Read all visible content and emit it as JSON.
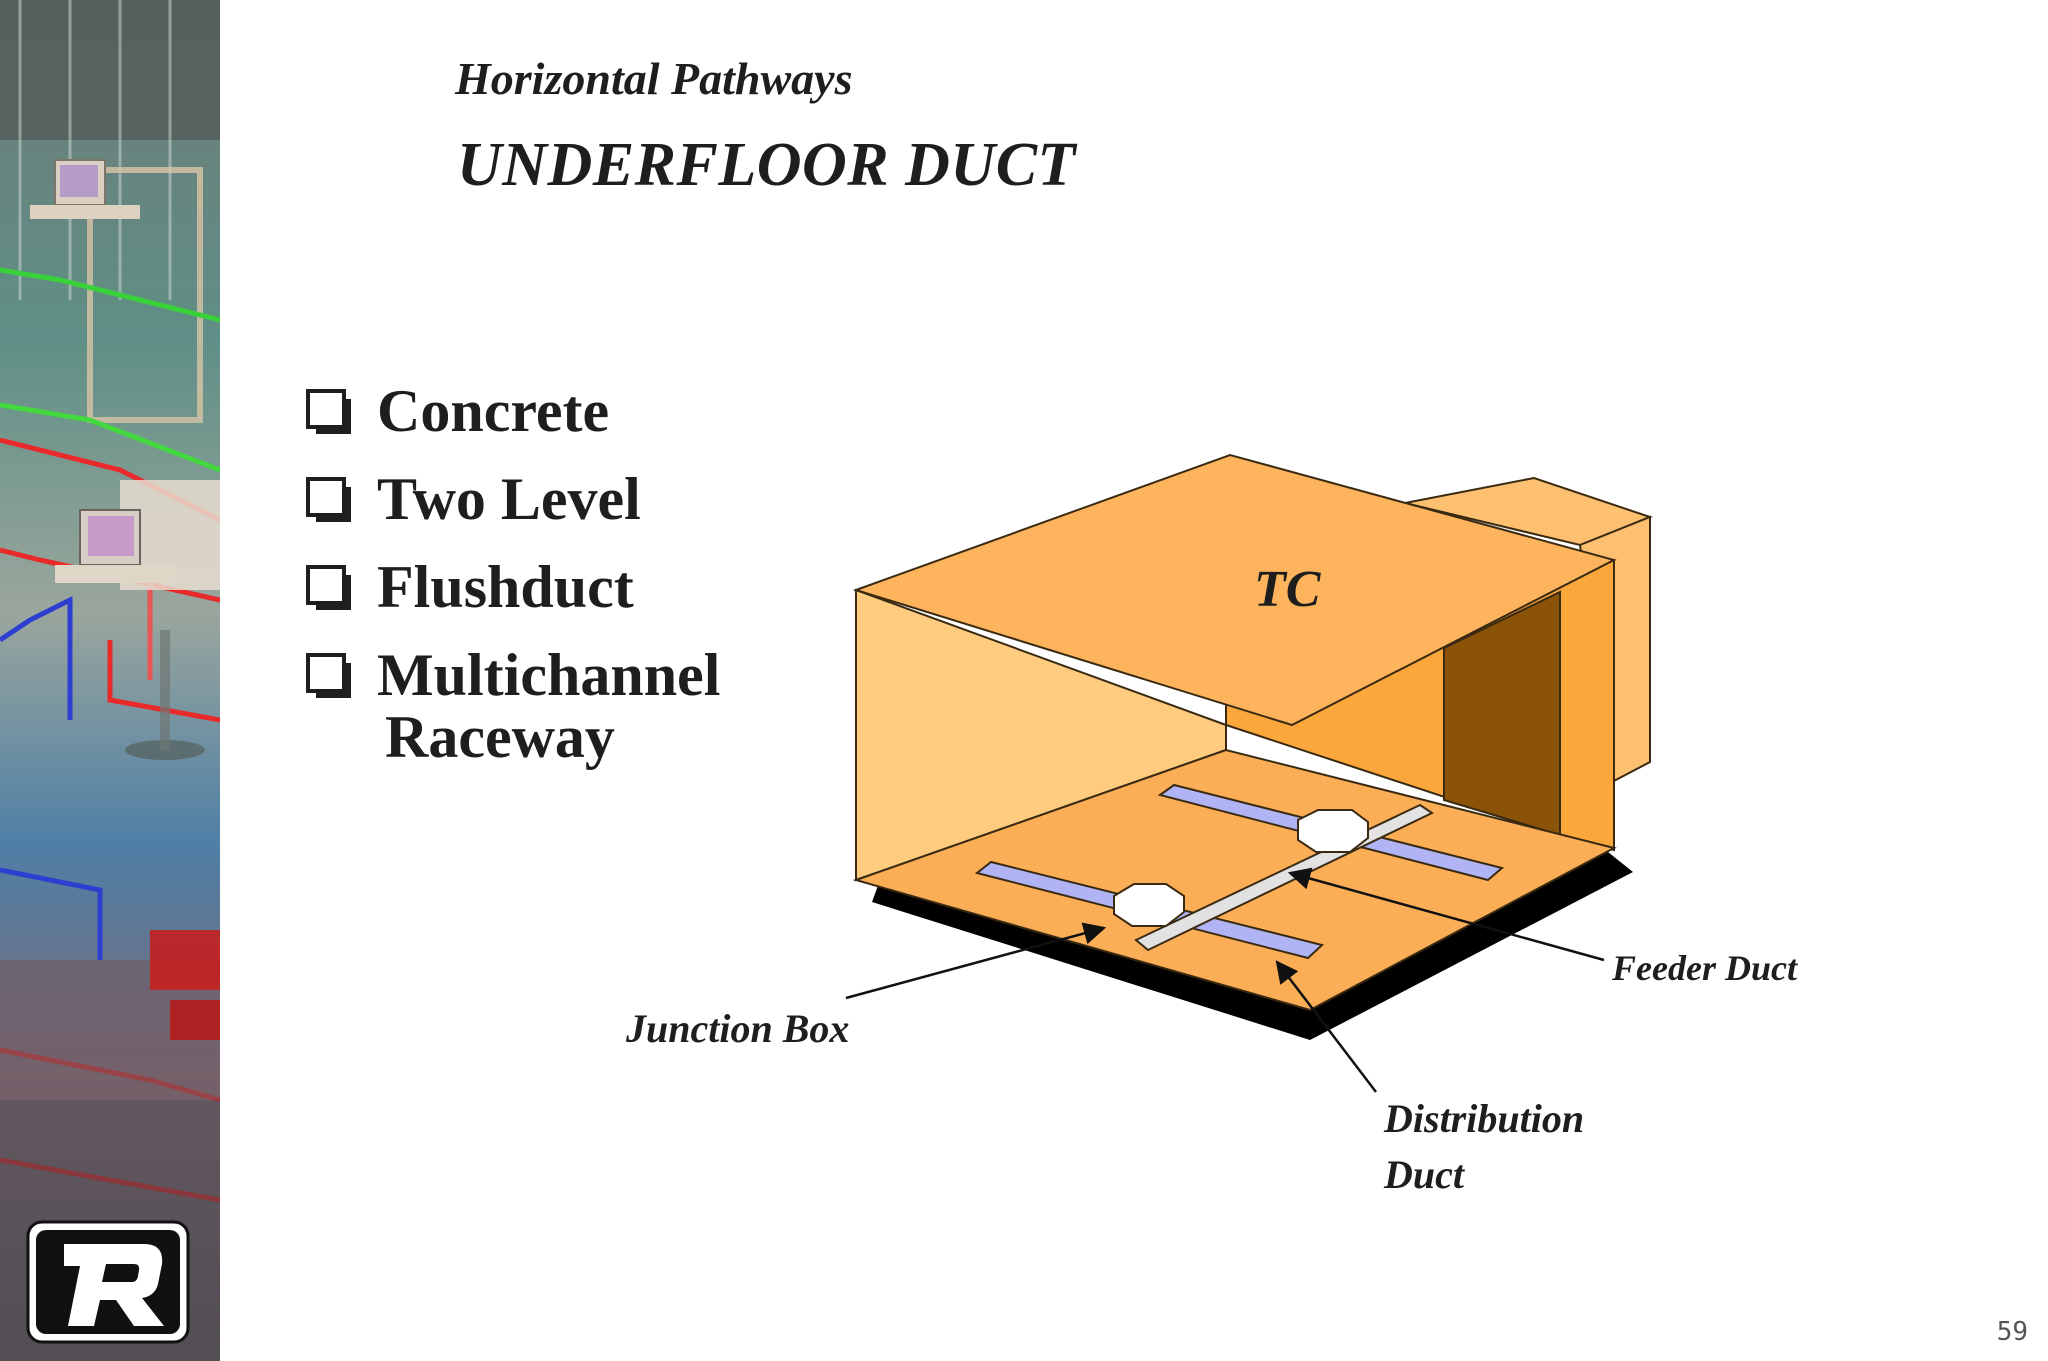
{
  "slide": {
    "subtitle": "Horizontal Pathways",
    "title": "UNDERFLOOR DUCT",
    "page_number": "59"
  },
  "bullets": [
    {
      "line1": "Concrete",
      "line2": ""
    },
    {
      "line1": "Two Level",
      "line2": ""
    },
    {
      "line1": "Flushduct",
      "line2": ""
    },
    {
      "line1": "Multichannel",
      "line2": "Raceway"
    }
  ],
  "diagram": {
    "room_label": "TC",
    "callouts": {
      "junction_box": "Junction Box",
      "feeder_duct": "Feeder Duct",
      "distribution_duct_line1": "Distribution",
      "distribution_duct_line2": "Duct"
    },
    "colors": {
      "ceiling": "#FDB45C",
      "left_wall": "#FECB7F",
      "back_wall": "#FBA73C",
      "floor": "#FBAE55",
      "annex": "#FCC070",
      "shadow": "#000000",
      "door": "#8B5308",
      "distribution_duct": "#B0B4F4",
      "feeder_duct": "#E2E2E2",
      "junction_box": "#FFFFFF"
    }
  },
  "sidebar": {
    "logo_icon": "r-logo-icon"
  }
}
